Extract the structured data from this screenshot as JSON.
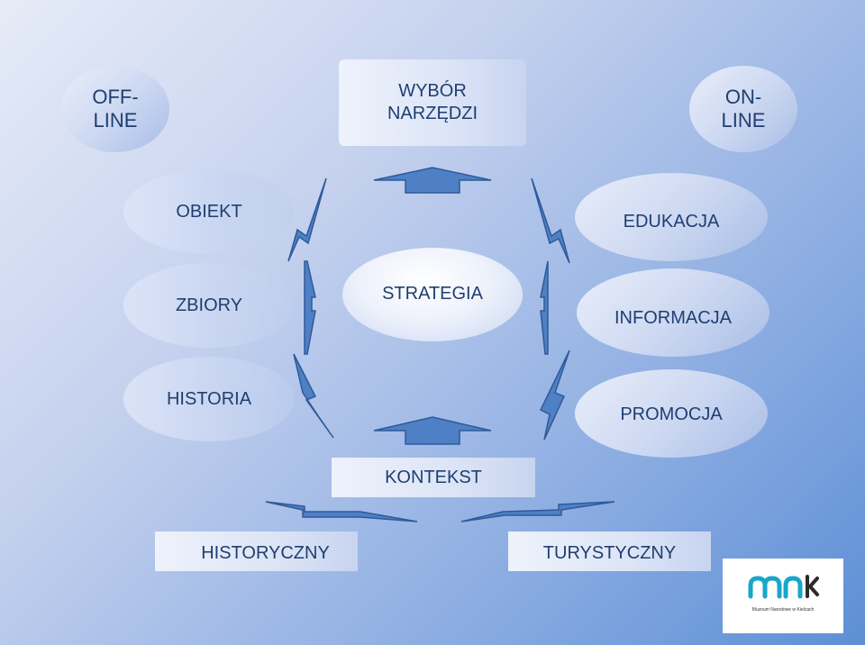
{
  "nodes": {
    "offline": "OFF-\nLINE",
    "wybor": "WYBÓR\nNARZĘDZI",
    "online": "ON-\nLINE",
    "obiekt": "OBIEKT",
    "edukacja": "EDUKACJA",
    "zbiory": "ZBIORY",
    "strategia": "STRATEGIA",
    "informacja": "INFORMACJA",
    "historia": "HISTORIA",
    "promocja": "PROMOCJA",
    "kontekst": "KONTEKST",
    "historyczny": "HISTORYCZNY",
    "turystyczny": "TURYSTYCZNY"
  },
  "logo": {
    "caption": "Muzeum Narodowe w Kielcach"
  },
  "colors": {
    "arrow_fill": "#4f7fc4",
    "arrow_stroke": "#2f5a99",
    "text": "#1f3f70",
    "logo_teal": "#1aa6c8"
  }
}
